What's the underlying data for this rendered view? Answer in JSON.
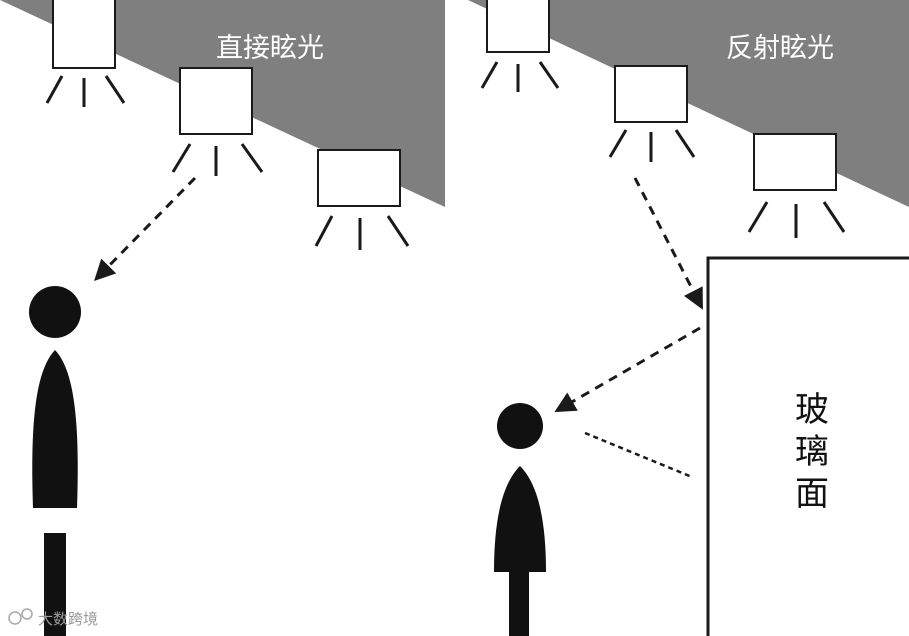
{
  "left_panel": {
    "title": "直接眩光"
  },
  "right_panel": {
    "title": "反射眩光",
    "glass_label_chars": [
      "玻",
      "璃",
      "面"
    ]
  },
  "watermark": {
    "text": "大数跨境"
  },
  "colors": {
    "ceiling": "#7f7f7f",
    "figure": "#111111",
    "line": "#1a1a1a",
    "background": "#ffffff"
  }
}
